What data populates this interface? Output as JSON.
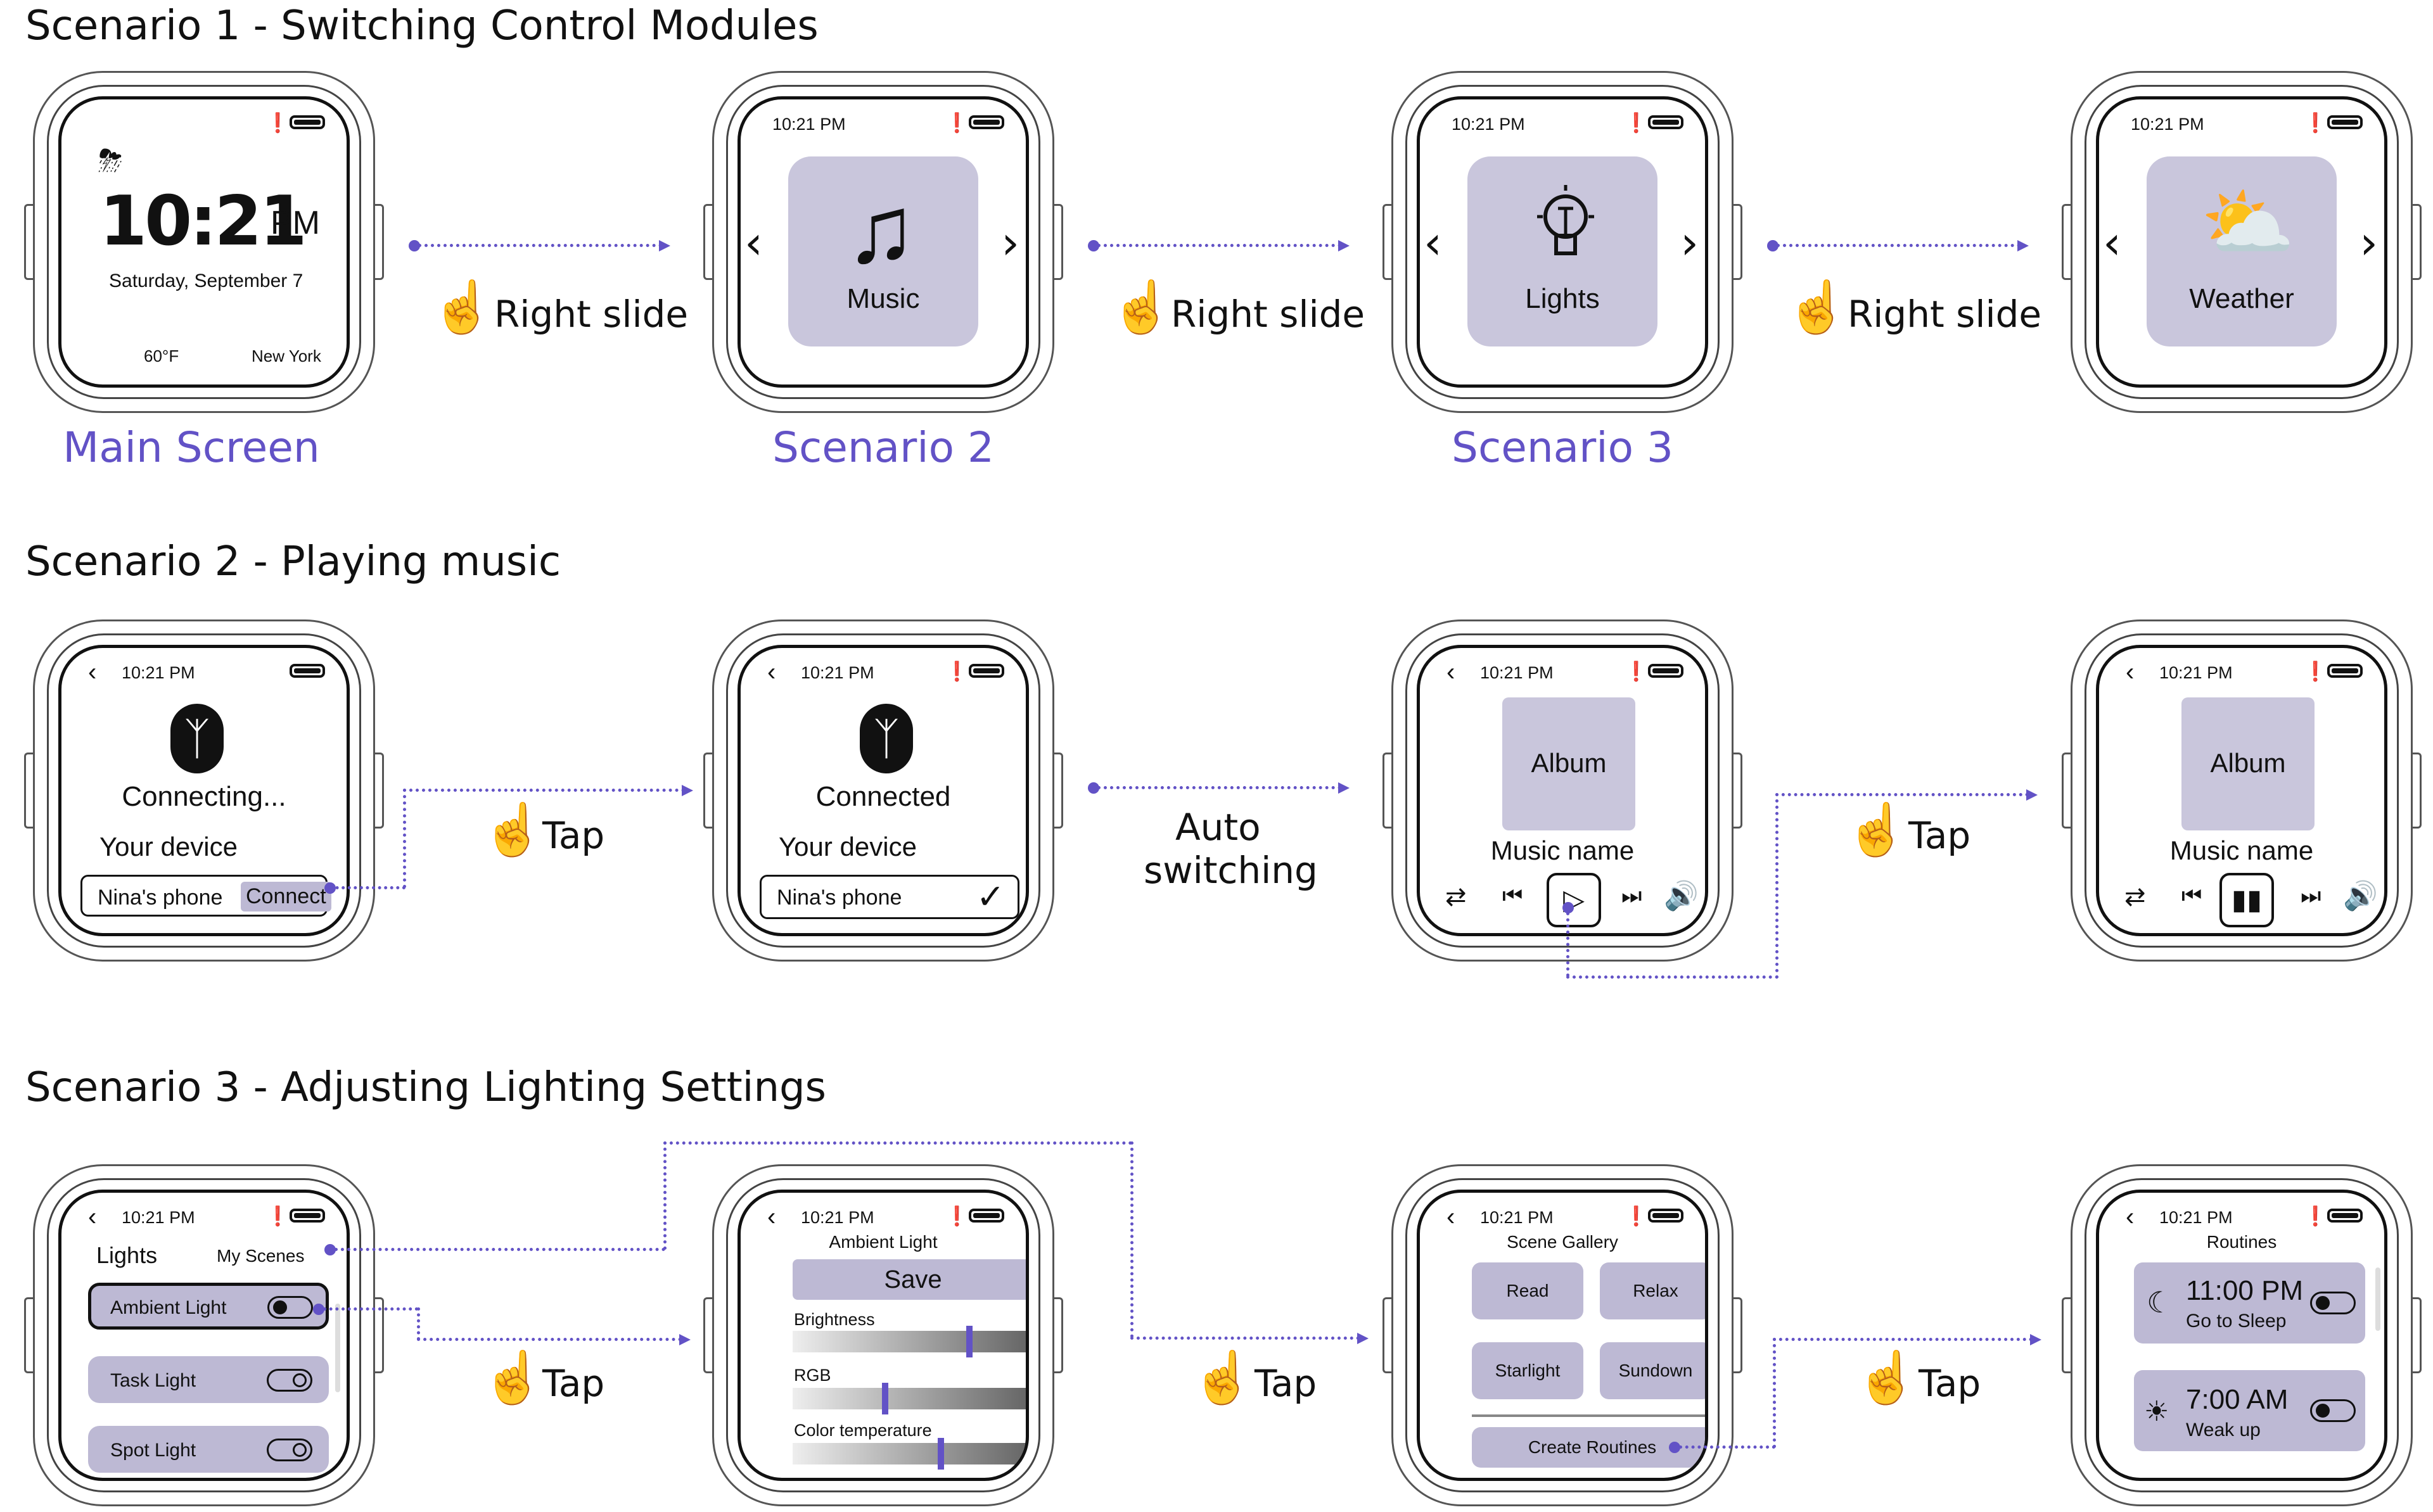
{
  "sections": {
    "s1_title": "Scenario 1 - Switching Control Modules",
    "s2_title": "Scenario 2 - Playing music",
    "s3_title": "Scenario 3 - Adjusting Lighting Settings"
  },
  "captions": {
    "main": "Main Screen",
    "sc2": "Scenario 2",
    "sc3": "Scenario 3"
  },
  "gestures": {
    "right_slide": "Right slide",
    "tap": "Tap",
    "auto_line1": "Auto",
    "auto_line2": "switching"
  },
  "status": {
    "time": "10:21 PM"
  },
  "main_screen": {
    "time": "10:21",
    "ampm": "PM",
    "date": "Saturday, September 7",
    "temp": "60°F",
    "city": "New York"
  },
  "modules": {
    "music": "Music",
    "lights": "Lights",
    "weather": "Weather"
  },
  "bluetooth": {
    "connecting": "Connecting...",
    "connected": "Connected",
    "your_device": "Your device",
    "device_name": "Nina's phone",
    "connect_btn": "Connect"
  },
  "player": {
    "album": "Album",
    "music_name": "Music name"
  },
  "lights": {
    "title": "Lights",
    "my_scenes": "My Scenes",
    "items": [
      "Ambient Light",
      "Task Light",
      "Spot Light"
    ]
  },
  "ambient": {
    "title": "Ambient Light",
    "save": "Save",
    "sliders": [
      {
        "label": "Brightness",
        "level": 0.74
      },
      {
        "label": "RGB",
        "level": 0.38
      },
      {
        "label": "Color temperature",
        "level": 0.62
      }
    ]
  },
  "scene_gallery": {
    "title": "Scene Gallery",
    "scenes": [
      "Read",
      "Relax",
      "Starlight",
      "Sundown"
    ],
    "create": "Create Routines"
  },
  "routines": {
    "title": "Routines",
    "items": [
      {
        "time": "11:00 PM",
        "name": "Go to Sleep"
      },
      {
        "time": "7:00 AM",
        "name": "Weak up"
      }
    ]
  },
  "colors": {
    "accent": "#6252c6",
    "tile": "#c9c6dc"
  },
  "icons": [
    "bluetooth-icon",
    "battery-icon",
    "music-note-icon",
    "lightbulb-icon",
    "weather-icon",
    "hand-tap-icon",
    "play-icon",
    "pause-icon",
    "repeat-icon",
    "prev-icon",
    "next-icon",
    "volume-icon",
    "checkmark-icon",
    "moon-icon",
    "sunrise-icon",
    "storm-cloud-icon"
  ]
}
